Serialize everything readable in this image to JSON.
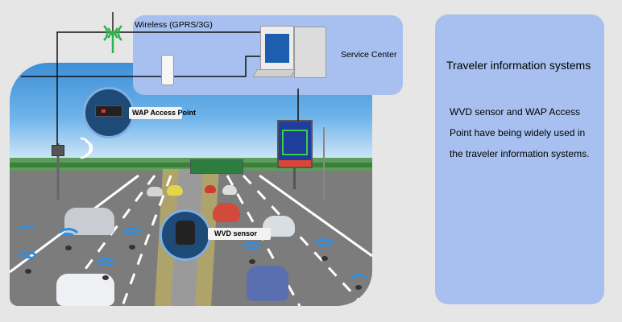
{
  "wireless_label": "Wireless (GPRS/3G)",
  "service_center_label": "Service Center",
  "wap_label": "WAP Access Point",
  "wvd_label": "WVD sensor",
  "info": {
    "title": "Traveler information systems",
    "body": "WVD sensor and WAP Access Point  have being widely used in the traveler information systems."
  },
  "colors": {
    "panel": "#a8c0ef",
    "background": "#e6e6e6",
    "line": "#111111",
    "wave": "#2d8de0"
  },
  "icons": [
    "antenna-icon",
    "access-point-icon",
    "computer-icon",
    "wap-device-icon",
    "wvd-sensor-icon",
    "signal-wave-icon"
  ]
}
